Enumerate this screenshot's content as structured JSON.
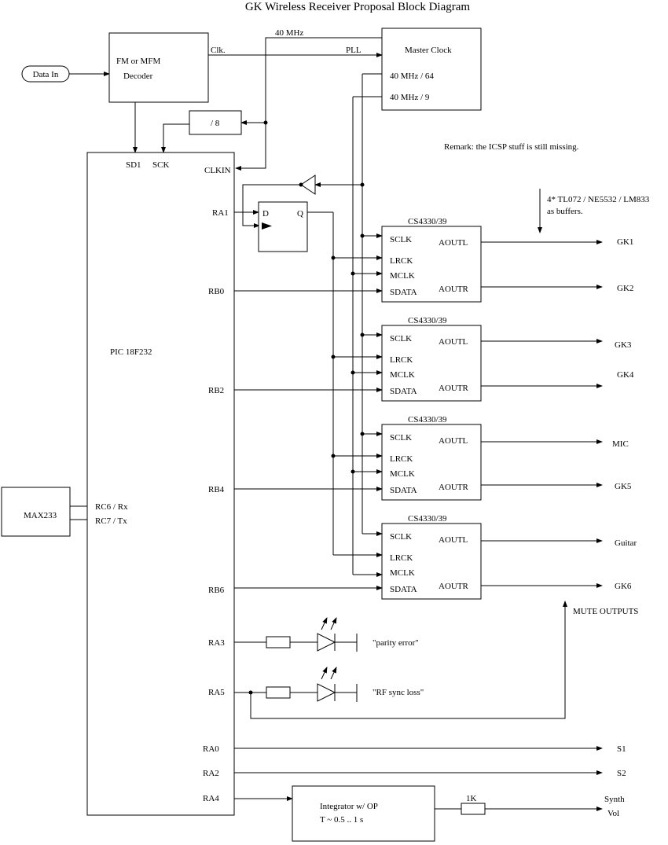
{
  "title": "GK Wireless Receiver Proposal Block Diagram",
  "remark": "Remark: the ICSP stuff is still missing.",
  "buffer_note": [
    "4* TL072 / NE5532 / LM833",
    "as buffers."
  ],
  "data_in": "Data In",
  "decoder": [
    "FM or MFM",
    "Decoder"
  ],
  "clk_label": "Clk.",
  "freq_40mhz": "40 MHz",
  "pll": "PLL",
  "master_clock": {
    "title": "Master Clock",
    "out1": "40 MHz / 64",
    "out2": "40 MHz / 9"
  },
  "divider": "/ 8",
  "pic": {
    "name": "PIC 18F232",
    "sdi": "SD1",
    "sck": "SCK",
    "clkin": "CLKIN",
    "pins": {
      "ra1": "RA1",
      "rb0": "RB0",
      "rb2": "RB2",
      "rb4": "RB4",
      "rb6": "RB6",
      "ra3": "RA3",
      "ra5": "RA5",
      "ra0": "RA0",
      "ra2": "RA2",
      "ra4": "RA4",
      "rc6": "RC6 / Rx",
      "rc7": "RC7 / Tx"
    }
  },
  "flipflop": {
    "d": "D",
    "q": "Q"
  },
  "max233": "MAX233",
  "dac": {
    "name": "CS4330/39",
    "sclk": "SCLK",
    "lrck": "LRCK",
    "mclk": "MCLK",
    "sdata": "SDATA",
    "aoutl": "AOUTL",
    "aoutr": "AOUTR"
  },
  "outputs": [
    "GK1",
    "GK2",
    "GK3",
    "GK4",
    "MIC",
    "GK5",
    "Guitar",
    "GK6"
  ],
  "mute": "MUTE OUTPUTS",
  "led1": "\"parity error\"",
  "led2": "\"RF sync loss\"",
  "s1": "S1",
  "s2": "S2",
  "integrator": [
    "Integrator w/ OP",
    "T ~ 0.5 .. 1 s"
  ],
  "resistor": "1K",
  "synth_vol": [
    "Synth",
    "Vol"
  ]
}
